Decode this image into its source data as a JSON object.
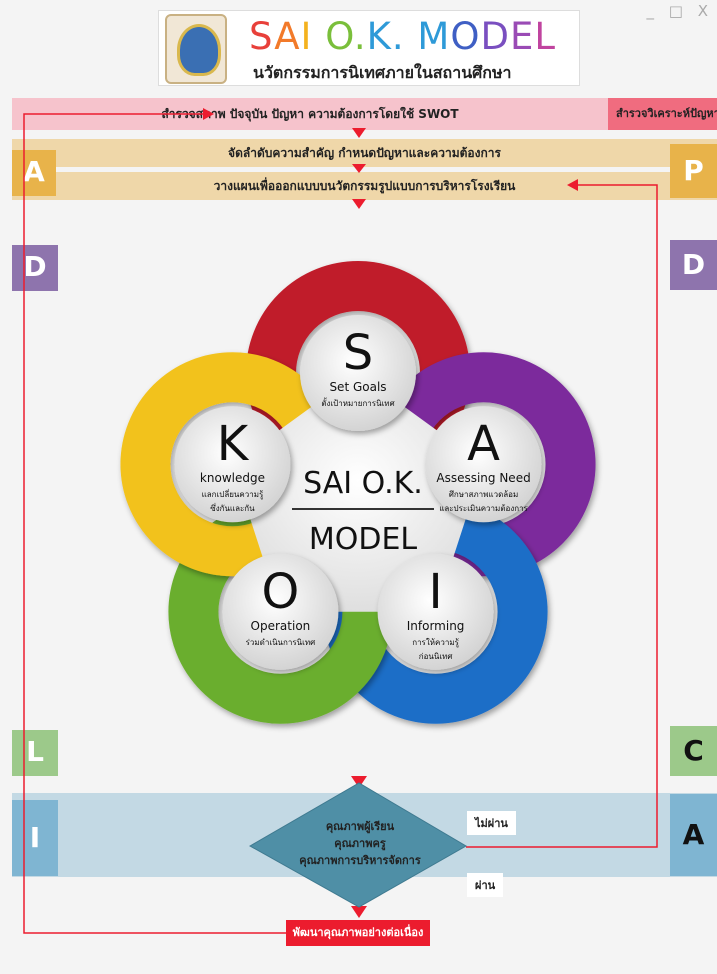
{
  "window": {
    "controls": "_ □ X"
  },
  "header": {
    "title": "SAI O.K. MODEL",
    "subtitle": "นวัตกรรมการนิเทศภายในสถานศึกษา"
  },
  "title_letters": [
    {
      "ch": "S",
      "color": "#e8403a"
    },
    {
      "ch": "A",
      "color": "#f27a2a"
    },
    {
      "ch": "I",
      "color": "#f4b21e"
    },
    {
      "ch": " ",
      "color": "#000000"
    },
    {
      "ch": "O",
      "color": "#7abf3b"
    },
    {
      "ch": ".",
      "color": "#7abf3b"
    },
    {
      "ch": "K",
      "color": "#2e9ad8"
    },
    {
      "ch": ".",
      "color": "#2e9ad8"
    },
    {
      "ch": " ",
      "color": "#000000"
    },
    {
      "ch": "M",
      "color": "#2e9ad8"
    },
    {
      "ch": "O",
      "color": "#3f5fc4"
    },
    {
      "ch": "D",
      "color": "#7a4fc0"
    },
    {
      "ch": "E",
      "color": "#9a4bb5"
    },
    {
      "ch": "L",
      "color": "#c0449f"
    }
  ],
  "bands": {
    "survey": "สำรวจสภาพ ปัจจุบัน ปัญหา ความต้องการโดยใช้ SWOT",
    "survey_right": "สำรวจวิเคราะห์ปัญหา",
    "priority": "จัดลำดับความสำคัญ กำหนดปัญหาและความต้องการ",
    "plan": "วางแผนเพื่อออกแบบบนวัตกรรมรูปแบบการบริหารโรงเรียน"
  },
  "badges": {
    "left_a": "A",
    "right_p": "P",
    "left_d": "D",
    "right_d": "D",
    "left_l": "L",
    "right_c": "C",
    "left_i": "I",
    "right_a": "A"
  },
  "model": {
    "center_line1": "SAI O.K.",
    "center_line2": "MODEL",
    "petals": [
      {
        "letter": "S",
        "title": "Set Goals",
        "desc": [
          "ตั้งเป้าหมายการนิเทศ"
        ],
        "color": "#c01d2a"
      },
      {
        "letter": "A",
        "title": "Assessing Need",
        "desc": [
          "ศึกษาสภาพแวดล้อม",
          "และประเมินความต้องการ"
        ],
        "color": "#7b2a9c"
      },
      {
        "letter": "I",
        "title": "Informing",
        "desc": [
          "การให้ความรู้",
          "ก่อนนิเทศ"
        ],
        "color": "#1f6ec7"
      },
      {
        "letter": "O",
        "title": "Operation",
        "desc": [
          "ร่วมดำเนินการนิเทศ"
        ],
        "color": "#6aae2e"
      },
      {
        "letter": "K",
        "title": "knowledge",
        "desc": [
          "แลกเปลี่ยนความรู้",
          "ซึ่งกันและกัน"
        ],
        "color": "#f2c21a"
      }
    ]
  },
  "decision": {
    "lines": [
      "คุณภาพผู้เรียน",
      "คุณภาพครู",
      "คุณภาพการบริหารจัดการ"
    ],
    "fail": "ไม่ผ่าน",
    "pass": "ผ่าน"
  },
  "final": "พัฒนาคุณภาพอย่างต่อเนื่อง",
  "colors": {
    "badge_gold": "#e8b34a",
    "badge_purple": "#8e74ad",
    "badge_green": "#9cc98a",
    "badge_blue": "#7fb5d2",
    "arrow_red": "#ec1c2e"
  }
}
